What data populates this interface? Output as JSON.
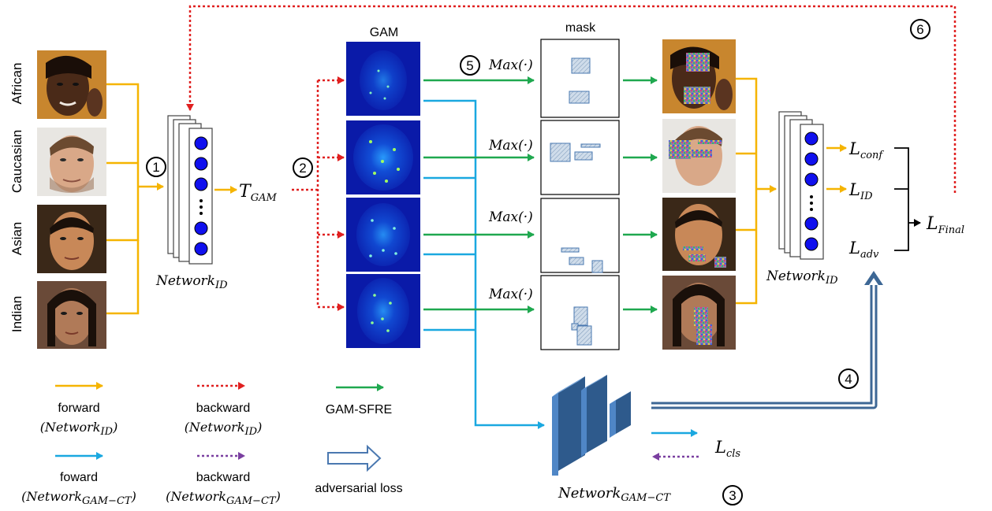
{
  "groups": [
    "African",
    "Caucasian",
    "Asian",
    "Indian"
  ],
  "labels": {
    "gam_title": "GAM",
    "mask_title": "mask",
    "max_op": "Max(·)",
    "t_gam": "T",
    "t_gam_sub": "GAM",
    "network_id": "Network",
    "network_id_sub": "ID",
    "network_gamct": "Network",
    "network_gamct_sub": "GAM−CT",
    "loss_conf": "L",
    "loss_conf_sub": "conf",
    "loss_id": "L",
    "loss_id_sub": "ID",
    "loss_adv": "L",
    "loss_adv_sub": "adv",
    "loss_final": "L",
    "loss_final_sub": "Final",
    "loss_cls": "L",
    "loss_cls_sub": "cls"
  },
  "steps": [
    "1",
    "2",
    "3",
    "4",
    "5",
    "6"
  ],
  "legend": {
    "forward_id": {
      "line1": "forward",
      "line2_prefix": "(Network",
      "line2_sub": "ID",
      "line2_suffix": ")",
      "color": "#f5b400"
    },
    "backward_id": {
      "line1": "backward",
      "line2_prefix": "(Network",
      "line2_sub": "ID",
      "line2_suffix": ")",
      "color": "#e02020"
    },
    "gam_sfre": {
      "line1": "GAM-SFRE",
      "color": "#1fa84f"
    },
    "forward_gamct": {
      "line1": "foward",
      "line2_prefix": "(Network",
      "line2_sub": "GAM−CT",
      "line2_suffix": ")",
      "color": "#1aa8e0"
    },
    "backward_gamct": {
      "line1": "backward",
      "line2_prefix": "(Network",
      "line2_sub": "GAM−CT",
      "line2_suffix": ")",
      "color": "#7a3fa0"
    },
    "adversarial": {
      "line1": "adversarial loss",
      "color": "#4a78b0"
    }
  },
  "colors": {
    "forward_id": "#f5b400",
    "backward_id": "#e02020",
    "gam_sfre": "#1fa84f",
    "forward_gamct": "#1aa8e0",
    "backward_gamct": "#7a3fa0",
    "adversarial": "#3d6795",
    "node": "#1010ee",
    "heatmap": "#0a1aa8",
    "cube": "#4f86c6"
  }
}
